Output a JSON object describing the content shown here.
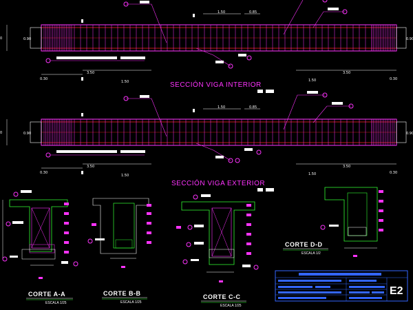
{
  "sections": [
    {
      "title": "SECCIÓN VIGA INTERIOR"
    },
    {
      "title": "SECCIÓN VIGA EXTERIOR"
    }
  ],
  "dims": {
    "d150": "1.50",
    "d085": "0.85",
    "d090": "0.90",
    "d030": "0.30",
    "d350": "3.50",
    "d0": "0"
  },
  "cortes": [
    {
      "label": "CORTE A-A",
      "scale": "ESCALA 1/25"
    },
    {
      "label": "CORTE B-B",
      "scale": "ESCALA 1/25"
    },
    {
      "label": "CORTE C-C",
      "scale": "ESCALA 1/25"
    },
    {
      "label": "CORTE D-D",
      "scale": "ESCALA 1/2"
    }
  ],
  "title_block": {
    "sheet": "E2"
  },
  "colors": {
    "background": "#000000",
    "magenta": "#ff33ff",
    "red": "#ff2222",
    "green": "#33ff33",
    "white": "#ffffff",
    "blue": "#3366ff"
  }
}
